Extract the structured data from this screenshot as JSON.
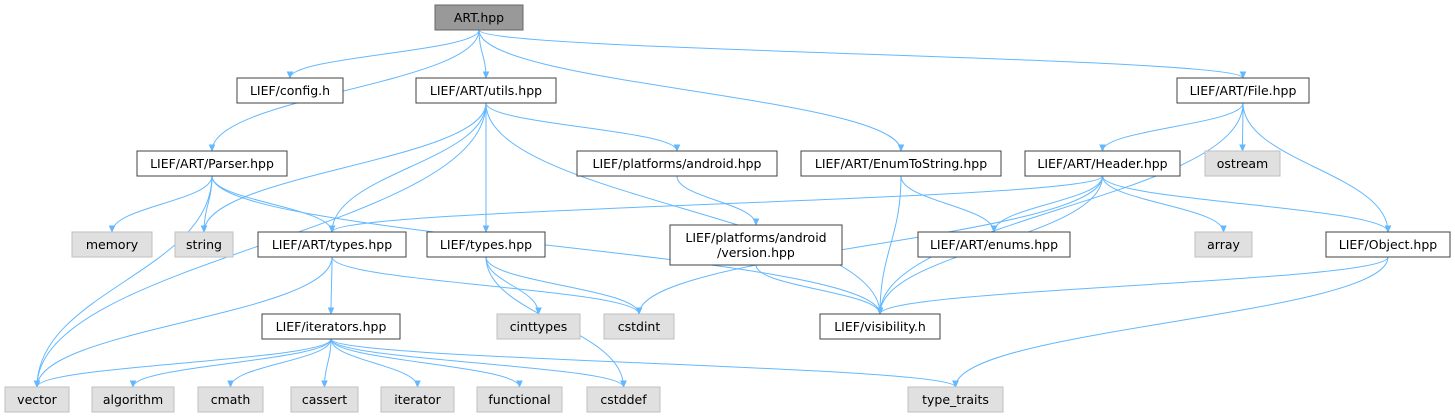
{
  "graph": {
    "title": "",
    "nodes": [
      {
        "id": "art",
        "lines": [
          "ART.hpp"
        ],
        "kind": "root"
      },
      {
        "id": "config",
        "lines": [
          "LIEF/config.h"
        ],
        "kind": "local"
      },
      {
        "id": "utils",
        "lines": [
          "LIEF/ART/utils.hpp"
        ],
        "kind": "local"
      },
      {
        "id": "file",
        "lines": [
          "LIEF/ART/File.hpp"
        ],
        "kind": "local"
      },
      {
        "id": "parser",
        "lines": [
          "LIEF/ART/Parser.hpp"
        ],
        "kind": "local"
      },
      {
        "id": "android",
        "lines": [
          "LIEF/platforms/android.hpp"
        ],
        "kind": "local"
      },
      {
        "id": "enumtostring",
        "lines": [
          "LIEF/ART/EnumToString.hpp"
        ],
        "kind": "local"
      },
      {
        "id": "header",
        "lines": [
          "LIEF/ART/Header.hpp"
        ],
        "kind": "local"
      },
      {
        "id": "ostream",
        "lines": [
          "ostream"
        ],
        "kind": "system"
      },
      {
        "id": "memory",
        "lines": [
          "memory"
        ],
        "kind": "system"
      },
      {
        "id": "string",
        "lines": [
          "string"
        ],
        "kind": "system"
      },
      {
        "id": "arttypes",
        "lines": [
          "LIEF/ART/types.hpp"
        ],
        "kind": "local"
      },
      {
        "id": "lieftypes",
        "lines": [
          "LIEF/types.hpp"
        ],
        "kind": "local"
      },
      {
        "id": "androidversion",
        "lines": [
          "LIEF/platforms/android",
          "/version.hpp"
        ],
        "kind": "local"
      },
      {
        "id": "enums",
        "lines": [
          "LIEF/ART/enums.hpp"
        ],
        "kind": "local"
      },
      {
        "id": "array",
        "lines": [
          "array"
        ],
        "kind": "system"
      },
      {
        "id": "object",
        "lines": [
          "LIEF/Object.hpp"
        ],
        "kind": "local"
      },
      {
        "id": "iterators",
        "lines": [
          "LIEF/iterators.hpp"
        ],
        "kind": "local"
      },
      {
        "id": "cinttypes",
        "lines": [
          "cinttypes"
        ],
        "kind": "system"
      },
      {
        "id": "cstdint",
        "lines": [
          "cstdint"
        ],
        "kind": "system"
      },
      {
        "id": "visibility",
        "lines": [
          "LIEF/visibility.h"
        ],
        "kind": "local"
      },
      {
        "id": "vector",
        "lines": [
          "vector"
        ],
        "kind": "system"
      },
      {
        "id": "algorithm",
        "lines": [
          "algorithm"
        ],
        "kind": "system"
      },
      {
        "id": "cmath",
        "lines": [
          "cmath"
        ],
        "kind": "system"
      },
      {
        "id": "cassert",
        "lines": [
          "cassert"
        ],
        "kind": "system"
      },
      {
        "id": "iterator",
        "lines": [
          "iterator"
        ],
        "kind": "system"
      },
      {
        "id": "functional",
        "lines": [
          "functional"
        ],
        "kind": "system"
      },
      {
        "id": "cstddef",
        "lines": [
          "cstddef"
        ],
        "kind": "system"
      },
      {
        "id": "type_traits",
        "lines": [
          "type_traits"
        ],
        "kind": "system"
      }
    ],
    "edges": [
      [
        "art",
        "config"
      ],
      [
        "art",
        "utils"
      ],
      [
        "art",
        "parser"
      ],
      [
        "art",
        "enumtostring"
      ],
      [
        "art",
        "file"
      ],
      [
        "utils",
        "vector"
      ],
      [
        "utils",
        "string"
      ],
      [
        "utils",
        "arttypes"
      ],
      [
        "utils",
        "lieftypes"
      ],
      [
        "utils",
        "android"
      ],
      [
        "utils",
        "visibility"
      ],
      [
        "parser",
        "memory"
      ],
      [
        "parser",
        "string"
      ],
      [
        "parser",
        "vector"
      ],
      [
        "parser",
        "arttypes"
      ],
      [
        "parser",
        "visibility"
      ],
      [
        "file",
        "header"
      ],
      [
        "file",
        "ostream"
      ],
      [
        "file",
        "object"
      ],
      [
        "file",
        "visibility"
      ],
      [
        "android",
        "androidversion"
      ],
      [
        "androidversion",
        "visibility"
      ],
      [
        "enumtostring",
        "enums"
      ],
      [
        "enumtostring",
        "visibility"
      ],
      [
        "header",
        "arttypes"
      ],
      [
        "header",
        "enums"
      ],
      [
        "header",
        "array"
      ],
      [
        "header",
        "object"
      ],
      [
        "header",
        "visibility"
      ],
      [
        "header",
        "cstdint"
      ],
      [
        "arttypes",
        "iterators"
      ],
      [
        "arttypes",
        "vector"
      ],
      [
        "arttypes",
        "cstdint"
      ],
      [
        "lieftypes",
        "cinttypes"
      ],
      [
        "lieftypes",
        "cstdint"
      ],
      [
        "lieftypes",
        "cstddef"
      ],
      [
        "object",
        "visibility"
      ],
      [
        "object",
        "type_traits"
      ],
      [
        "iterators",
        "vector"
      ],
      [
        "iterators",
        "algorithm"
      ],
      [
        "iterators",
        "cmath"
      ],
      [
        "iterators",
        "cassert"
      ],
      [
        "iterators",
        "iterator"
      ],
      [
        "iterators",
        "functional"
      ],
      [
        "iterators",
        "cstddef"
      ],
      [
        "iterators",
        "type_traits"
      ]
    ],
    "colors": {
      "edge": "#63b8ff",
      "root_fill": "#999999",
      "local_fill": "#ffffff",
      "system_fill": "#e0e0e0"
    }
  }
}
